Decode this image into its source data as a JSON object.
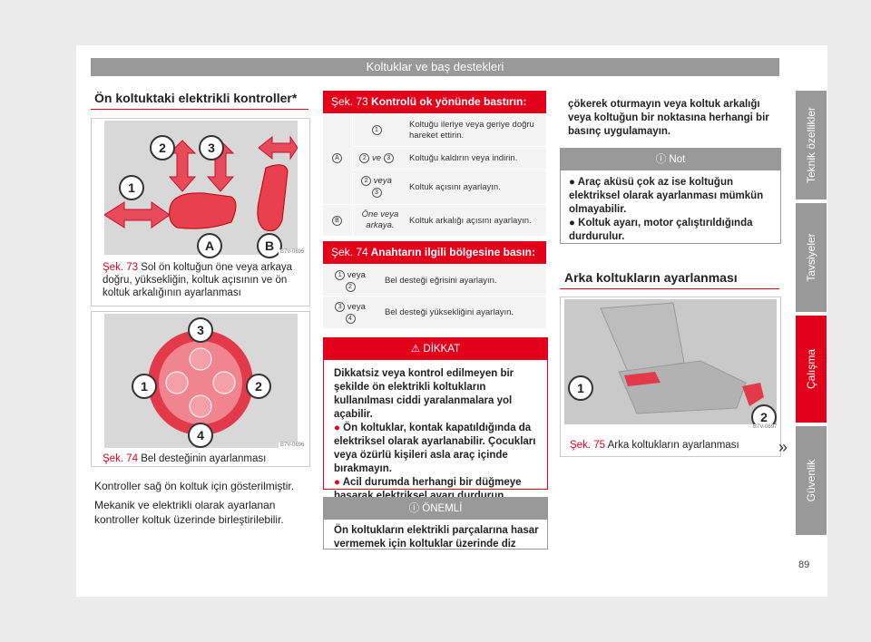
{
  "header": "Koltuklar ve baş destekleri",
  "sidebar": {
    "tabs": [
      "Teknik özellikler",
      "Tavsiyeler",
      "Çalışma",
      "Güvenlik"
    ]
  },
  "page_number": "89",
  "section1": {
    "title": "Ön koltuktaki elektrikli kontroller*",
    "fig73": {
      "code": "B7V-0695",
      "labels": [
        "1",
        "2",
        "3",
        "A",
        "B"
      ],
      "ref": "Şek. 73",
      "caption": "Sol ön koltuğun öne veya arkaya doğru, yüksekliğin, koltuk açısının ve ön koltuk arkalığının ayarlanması"
    },
    "fig74": {
      "code": "B7V-0696",
      "labels": [
        "1",
        "2",
        "3",
        "4"
      ],
      "ref": "Şek. 74",
      "caption": "Bel desteğinin ayarlanması"
    },
    "para1": "Kontroller sağ ön koltuk için gösterilmiştir.",
    "para2": "Mekanik ve elektrikli olarak ayarlanan kontroller koltuk üzerinde birleştirilebilir."
  },
  "table73": {
    "ref": "Şek. 73",
    "title": "Kontrolü ok yönünde bastırın:",
    "groupA": "A",
    "groupB": "B",
    "rows": [
      {
        "key": "1",
        "text": "Koltuğu ileriye veya geriye doğru hareket ettirin."
      },
      {
        "key_a": "2",
        "key_mid": "ve",
        "key_b": "3",
        "text": "Koltuğu kaldırın veya indirin."
      },
      {
        "key_a": "2",
        "key_mid": "veya",
        "key_b": "3",
        "text": "Koltuk açısını ayarlayın."
      },
      {
        "key": "Öne veya arkaya.",
        "text": "Koltuk arkalığı açısını ayarlayın."
      }
    ]
  },
  "table74": {
    "ref": "Şek. 74",
    "title": "Anahtarın ilgili bölgesine basın:",
    "rows": [
      {
        "key_a": "1",
        "key_mid": "veya",
        "key_b": "2",
        "text": "Bel desteği eğrisini ayarlayın."
      },
      {
        "key_a": "3",
        "key_mid": "veya",
        "key_b": "4",
        "text": "Bel desteği yüksekliğini ayarlayın."
      }
    ]
  },
  "danger": {
    "title": "DİKKAT",
    "text": "Dikkatsiz veya kontrol edilmeyen bir şekilde ön elektrikli koltukların kullanılması ciddi yaralanmalara yol açabilir.",
    "bullet1": "Ön koltuklar, kontak kapatıldığında da elektriksel olarak ayarlanabilir. Çocukları veya özürlü kişileri asla araç içinde bırakmayın.",
    "bullet2": "Acil durumda herhangi bir düğmeye basarak elektriksel ayarı durdurun."
  },
  "onemli": {
    "title": "ÖNEMLİ",
    "text": "Ön koltukların elektrikli parçalarına hasar vermemek için koltuklar üzerinde diz"
  },
  "right_text": "çökerek oturmayın veya koltuk arkalığı veya koltuğun bir noktasına herhangi bir basınç uygulamayın.",
  "not": {
    "title": "Not",
    "bullet1": "Araç aküsü çok az ise koltuğun elektriksel olarak ayarlanması mümkün olmayabilir.",
    "bullet2": "Koltuk ayarı, motor çalıştırıldığında durdurulur."
  },
  "section2": {
    "title": "Arka koltukların ayarlanması",
    "fig75": {
      "code": "B7V-0697",
      "labels": [
        "1",
        "2"
      ],
      "ref": "Şek. 75",
      "caption": "Arka koltukların ayarlanması"
    },
    "continue": "»"
  },
  "colors": {
    "accent": "#e2001a",
    "grey": "#999999"
  }
}
